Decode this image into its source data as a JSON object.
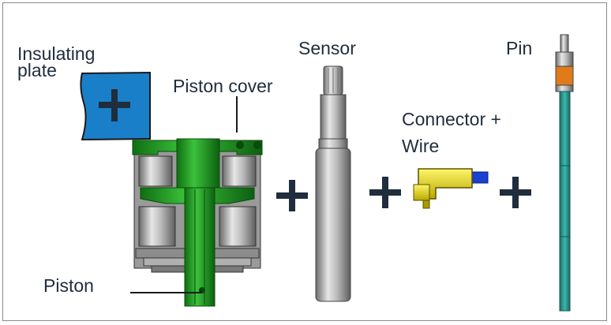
{
  "labels": {
    "insulating_plate_line1": "Insulating",
    "insulating_plate_line2": "plate",
    "piston_cover": "Piston cover",
    "piston": "Piston",
    "sensor": "Sensor",
    "connector_line1": "Connector +",
    "connector_line2": "Wire",
    "pin": "Pin",
    "plus": "+"
  },
  "colors": {
    "plus_sign": "#1f2d3d",
    "insulating_plate": "#1a7fc9",
    "piston_green": "#1e9e1e",
    "connector_yellow": "#f0e020",
    "wire_blue": "#1a3fd1",
    "pin_teal": "#2a9c92",
    "pin_band": "#e07a1a"
  }
}
